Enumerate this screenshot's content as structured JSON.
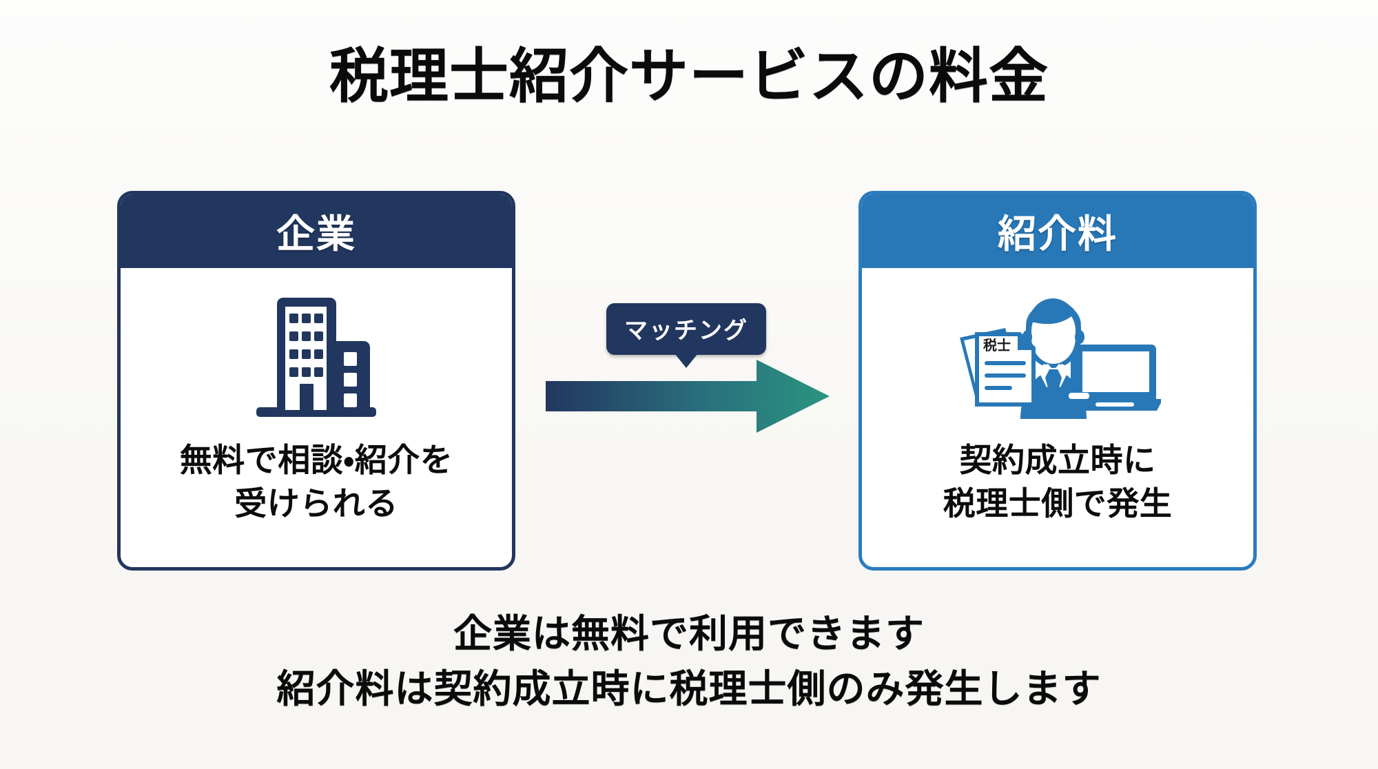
{
  "title": "税理士紹介サービスの料金",
  "colors": {
    "navy": "#22375f",
    "blue": "#2878b8",
    "arrow_start": "#22375f",
    "arrow_end": "#2a8f7f",
    "background": "#f8f7f4",
    "text": "#0b0b0b"
  },
  "cards": [
    {
      "id": "company",
      "header": "企業",
      "icon": "office-building-icon",
      "caption_lines": [
        "無料で相談・紹介を",
        "受けられる"
      ]
    },
    {
      "id": "fee",
      "header": "紹介料",
      "icon": "tax-accountant-icon",
      "document_label": "税士",
      "caption_lines": [
        "契約成立時に",
        "税理士側で発生"
      ]
    }
  ],
  "flow": {
    "badge_label": "マッチング",
    "arrow_direction": "right"
  },
  "footer_notes": [
    "企業は無料で利用できます",
    "紹介料は契約成立時に税理士側のみ発生します"
  ]
}
